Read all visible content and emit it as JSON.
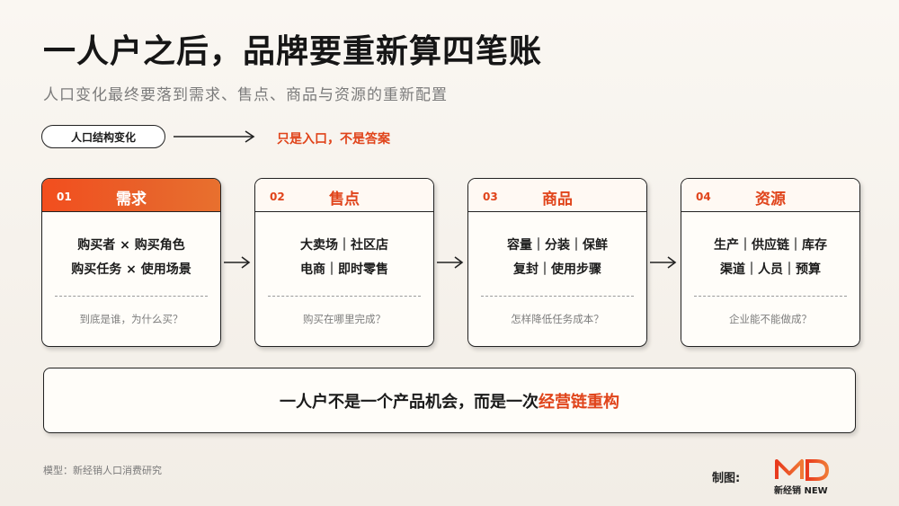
{
  "header": {
    "title": "一人户之后，品牌要重新算四笔账",
    "subtitle": "人口变化最终要落到需求、售点、商品与资源的重新配置"
  },
  "key_point": {
    "pill_label": "人口结构变化",
    "note": "只是入口，不是答案"
  },
  "cards": [
    {
      "num": "01",
      "title": "需求",
      "lines": [
        "购买者 × 购买角色",
        "购买任务 × 使用场景"
      ],
      "question": "到底是谁，为什么买？",
      "active": true
    },
    {
      "num": "02",
      "title": "售点",
      "lines": [
        "大卖场｜社区店",
        "电商｜即时零售"
      ],
      "question": "购买在哪里完成？",
      "active": false
    },
    {
      "num": "03",
      "title": "商品",
      "lines": [
        "容量｜分装｜保鲜",
        "复封｜使用步骤"
      ],
      "question": "怎样降低任务成本？",
      "active": false
    },
    {
      "num": "04",
      "title": "资源",
      "lines": [
        "生产｜供应链｜库存",
        "渠道｜人员｜预算"
      ],
      "question": "企业能不能做成？",
      "active": false
    }
  ],
  "summary": {
    "text_plain": "一人户不是一个产品机会，而是一次",
    "text_highlight": "经营链重构"
  },
  "footer": {
    "source": "模型：新经销人口消费研究",
    "credit_label": "制图:",
    "logo_text": "新经销 NEW"
  },
  "colors": {
    "accent": "#e0441b",
    "accent_gradient_start": "#f24e1e",
    "ink": "#1a1a1a"
  }
}
